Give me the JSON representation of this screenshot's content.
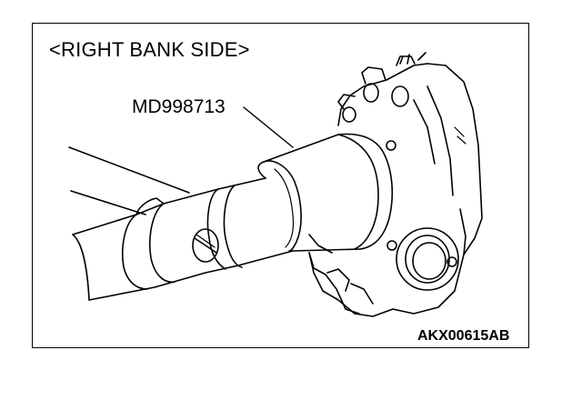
{
  "figure": {
    "caption": "<RIGHT BANK SIDE>",
    "tool_label": "MD998713",
    "figure_code": "AKX00615AB"
  },
  "colors": {
    "ink": "#000000",
    "paper": "#ffffff"
  }
}
